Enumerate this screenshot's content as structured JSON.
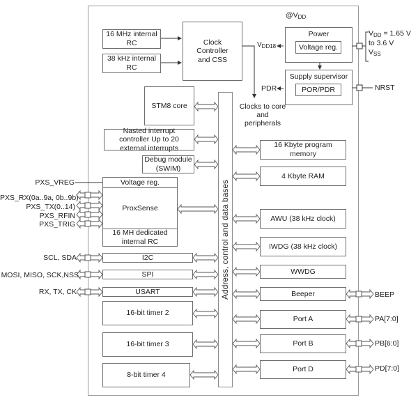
{
  "diagram": {
    "bus_label": "Address, control and data bases",
    "clock_sources": [
      {
        "id": "rc16",
        "label": "16 MHz internal RC"
      },
      {
        "id": "rc38",
        "label": "38 kHz internal RC"
      }
    ],
    "clock_controller": "Clock Controller and CSS",
    "clocks_note": "Clocks to core and peripherals",
    "vdd18_label_left": "VDD18",
    "power": {
      "at_vdd": "@VDD",
      "title": "Power",
      "inner": "Voltage reg.",
      "vdd18_label": "VDD18",
      "supply_text_1": "VDD = 1.65 V",
      "supply_text_2": "to 3.6 V",
      "supply_text_3": "VSS"
    },
    "supervisor": {
      "title": "Supply supervisor",
      "inner": "POR/PDR",
      "pdr_label": "PDR",
      "nrst_label": "NRST"
    },
    "core": "STM8 core",
    "interrupt_controller": "Nasted interrupt controller Up to 20 external interrupts",
    "debug": "Debug module (SWIM)",
    "proxsense": {
      "vreg": "Voltage reg.",
      "main": "ProxSense",
      "rc": "16 MH dedicated internal RC",
      "pins": [
        "PXS_VREG",
        "PXS_RX(0a..9a, 0b..9b)",
        "PXS_TX(0..14)",
        "PXS_RFIN",
        "PXS_TRIG"
      ]
    },
    "left_peripherals": [
      {
        "label": "I2C",
        "pins": "SCL, SDA"
      },
      {
        "label": "SPI",
        "pins": "MOSI, MISO, SCK,NSS"
      },
      {
        "label": "USART",
        "pins": "RX, TX, CK"
      },
      {
        "label": "16-bit timer 2"
      },
      {
        "label": "16-bit timer 3"
      },
      {
        "label": "8-bit timer 4"
      }
    ],
    "right_peripherals": [
      {
        "label": "16 Kbyte program memory"
      },
      {
        "label": "4 Kbyte RAM"
      },
      {
        "label": "AWU (38 kHz clock)"
      },
      {
        "label": "IWDG (38 kHz clock)"
      },
      {
        "label": "WWDG"
      },
      {
        "label": "Beeper",
        "pins": "BEEP"
      },
      {
        "label": "Port A",
        "pins": "PA[7:0]"
      },
      {
        "label": "Port B",
        "pins": "PB[6:0]"
      },
      {
        "label": "Port D",
        "pins": "PD[7:0]"
      }
    ]
  }
}
